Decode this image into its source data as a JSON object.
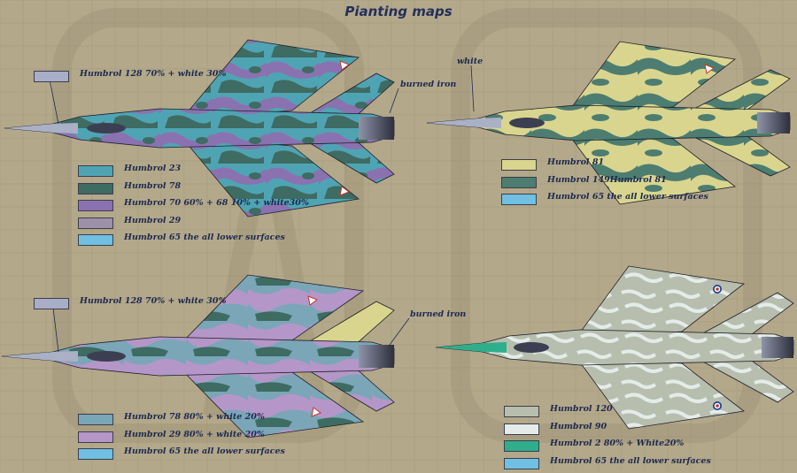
{
  "page": {
    "title": "Pianting maps"
  },
  "colors": {
    "background": "#b3a88a",
    "text": "#1d2a50",
    "humbrol_128": "#a8aec8",
    "humbrol_23": "#4fa4b4",
    "humbrol_78": "#3e6b62",
    "humbrol_70_mix": "#8a72b0",
    "humbrol_29": "#9d91a8",
    "humbrol_65": "#6fc0e2",
    "humbrol_81": "#d9d58e",
    "humbrol_149": "#4d7d70",
    "humbrol_78_mix": "#7aa6b8",
    "humbrol_29_mix": "#b596c8",
    "humbrol_120": "#b8beae",
    "humbrol_90": "#e4ecea",
    "humbrol_2_mix": "#2fae8c"
  },
  "aircraft": [
    {
      "top_label": "Humbrol 128 70% + white 30%",
      "note": "burned iron",
      "legend": [
        {
          "label": "Humbrol 23",
          "color": "#4fa4b4"
        },
        {
          "label": "Humbrol 78",
          "color": "#3e6b62"
        },
        {
          "label": "Humbrol 70 60% + 68 10% + white30%",
          "color": "#8a72b0"
        },
        {
          "label": "Humbrol 29",
          "color": "#9d91a8"
        },
        {
          "label": "Humbrol 65   the all lower surfaces",
          "color": "#6fc0e2"
        }
      ]
    },
    {
      "note": "white",
      "legend": [
        {
          "label": "Humbrol 81",
          "color": "#d9d58e"
        },
        {
          "label": "Humbrol 149Humbrol 81",
          "color": "#4d7d70"
        },
        {
          "label": "Humbrol 65   the all lower surfaces",
          "color": "#6fc0e2"
        }
      ]
    },
    {
      "top_label": "Humbrol 128 70% + white 30%",
      "note": "burned iron",
      "legend": [
        {
          "label": "Humbrol 78 80% + white 20%",
          "color": "#7aa6b8"
        },
        {
          "label": "Humbrol 29 80% + white 20%",
          "color": "#b596c8"
        },
        {
          "label": "Humbrol 65   the all lower surfaces",
          "color": "#6fc0e2"
        }
      ]
    },
    {
      "legend": [
        {
          "label": "Humbrol 120",
          "color": "#b8beae"
        },
        {
          "label": "Humbrol 90",
          "color": "#e4ecea"
        },
        {
          "label": "Humbrol 2 80% + White20%",
          "color": "#2fae8c"
        },
        {
          "label": "Humbrol 65   the all lower surfaces",
          "color": "#6fc0e2"
        }
      ]
    }
  ]
}
